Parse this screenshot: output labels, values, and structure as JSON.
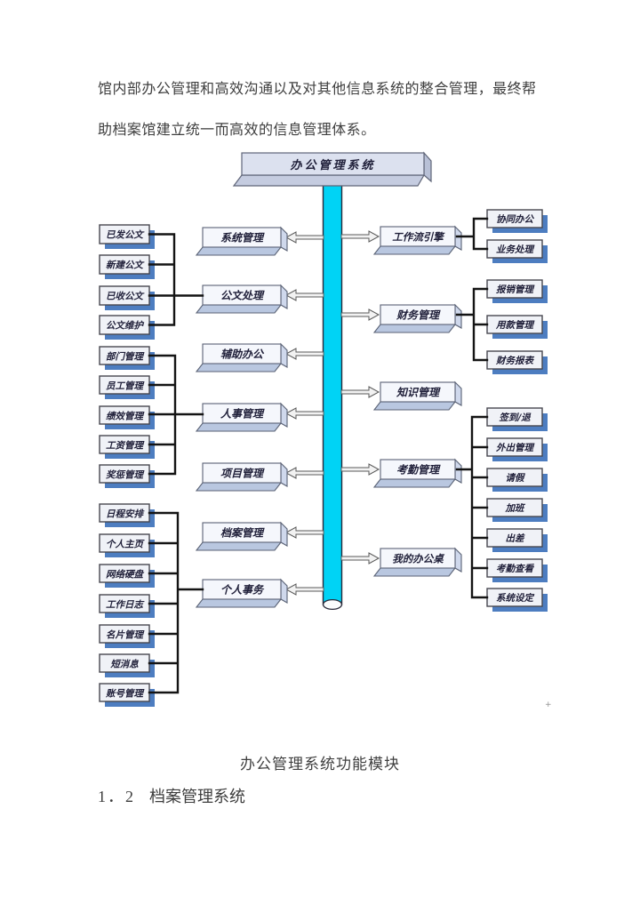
{
  "page": {
    "paragraph_lines": [
      "馆内部办公管理和高效沟通以及对其他信息系统的整合管理，最终帮",
      "助档案馆建立统一而高效的信息管理体系。"
    ],
    "figure_caption": "办公管理系统功能模块",
    "heading": {
      "number": "1．2",
      "text": "档案管理系统"
    },
    "anchor_mark": "+"
  },
  "diagram": {
    "title": "办公管理系统",
    "left_modules": [
      "系统管理",
      "公文处理",
      "辅助办公",
      "人事管理",
      "项目管理",
      "档案管理",
      "个人事务"
    ],
    "right_modules": [
      "工作流引擎",
      "财务管理",
      "知识管理",
      "考勤管理",
      "我的办公桌"
    ],
    "left_children_group1": [
      "已发公文",
      "新建公文",
      "已收公文",
      "公文维护"
    ],
    "left_children_group2": [
      "部门管理",
      "员工管理",
      "绩效管理",
      "工资管理",
      "奖惩管理"
    ],
    "left_children_group3": [
      "日程安排",
      "个人主页",
      "网络硬盘",
      "工作日志",
      "名片管理",
      "短消息",
      "账号管理"
    ],
    "right_children_group1": [
      "协同办公",
      "业务处理"
    ],
    "right_children_group2": [
      "报销管理",
      "用款管理",
      "财务报表"
    ],
    "right_children_group3": [
      "签到/退",
      "外出管理",
      "请假",
      "加班",
      "出差",
      "考勤查看",
      "系统设定"
    ],
    "colors": {
      "pipe_cyan": "#00d3f5",
      "box_shadow_blue": "#4d7dc0",
      "box_fill": "#f0f2f7",
      "bar_front": "#f5f7fc",
      "bar_bottom": "#b9c7e0",
      "bar_side": "#cfd8ec",
      "title_front": "#dce1ef",
      "connector_black": "#141414"
    }
  }
}
